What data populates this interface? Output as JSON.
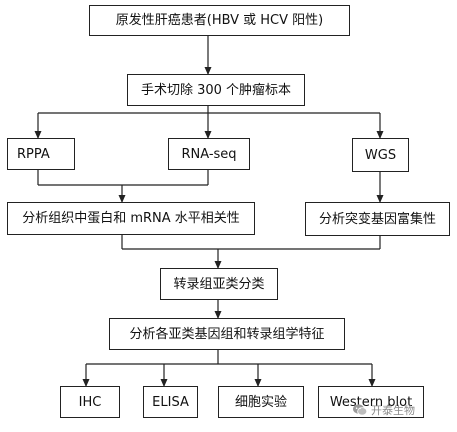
{
  "diagram": {
    "nodes": {
      "patients": "原发性肝癌患者(HBV 或 HCV 阳性)",
      "surgery": "手术切除 300 个肿瘤标本",
      "rppa": "RPPA",
      "rnaseq": "RNA-seq",
      "wgs": "WGS",
      "protein_mrna": "分析组织中蛋白和 mRNA 水平相关性",
      "mutation": "分析突变基因富集性",
      "subtype": "转录组亚类分类",
      "features": "分析各亚类基因组和转录组学特征",
      "ihc": "IHC",
      "elisa": "ELISA",
      "cell": "细胞实验",
      "western": "Western blot"
    }
  },
  "watermark": {
    "text": "开泰生物",
    "icon": "wechat-icon"
  }
}
